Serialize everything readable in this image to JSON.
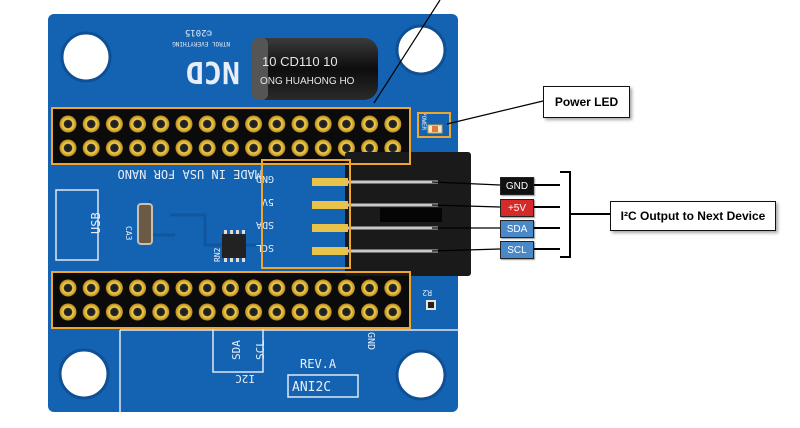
{
  "board": {
    "year_mark": "©2015",
    "brand_line": "NTROL EVERYTHING",
    "capacitor": {
      "line1": "10   CD110   10",
      "line2": "ONG  HUAHONG  HO"
    },
    "power_silk": "POWER",
    "made_in": "MADE IN USA FOR NANO",
    "usb": "USB",
    "logo": "NCD",
    "ca3": "CA3",
    "rn2": "RN2",
    "r2": "R2",
    "sda_bottom": "SDA",
    "scl_bottom": "SCL",
    "i2c_bottom": "I2C",
    "gnd_bottom": "GND",
    "rev": "REV.A",
    "model": "ANI2C",
    "connector_pins": [
      "GND",
      "5V",
      "SDA",
      "SCL"
    ]
  },
  "callouts": {
    "power_led": "Power LED",
    "i2c_output": "I²C Output to Next Device"
  },
  "wire_tags": [
    {
      "label": "GND",
      "color": "#111111"
    },
    {
      "label": "+5V",
      "color": "#d42a2a"
    },
    {
      "label": "SDA",
      "color": "#4a88c8"
    },
    {
      "label": "SCL",
      "color": "#4a88c8"
    }
  ],
  "colors": {
    "pcb": "#1463b3",
    "highlight": "#f0a52c",
    "connector": "#1a1a1a"
  }
}
